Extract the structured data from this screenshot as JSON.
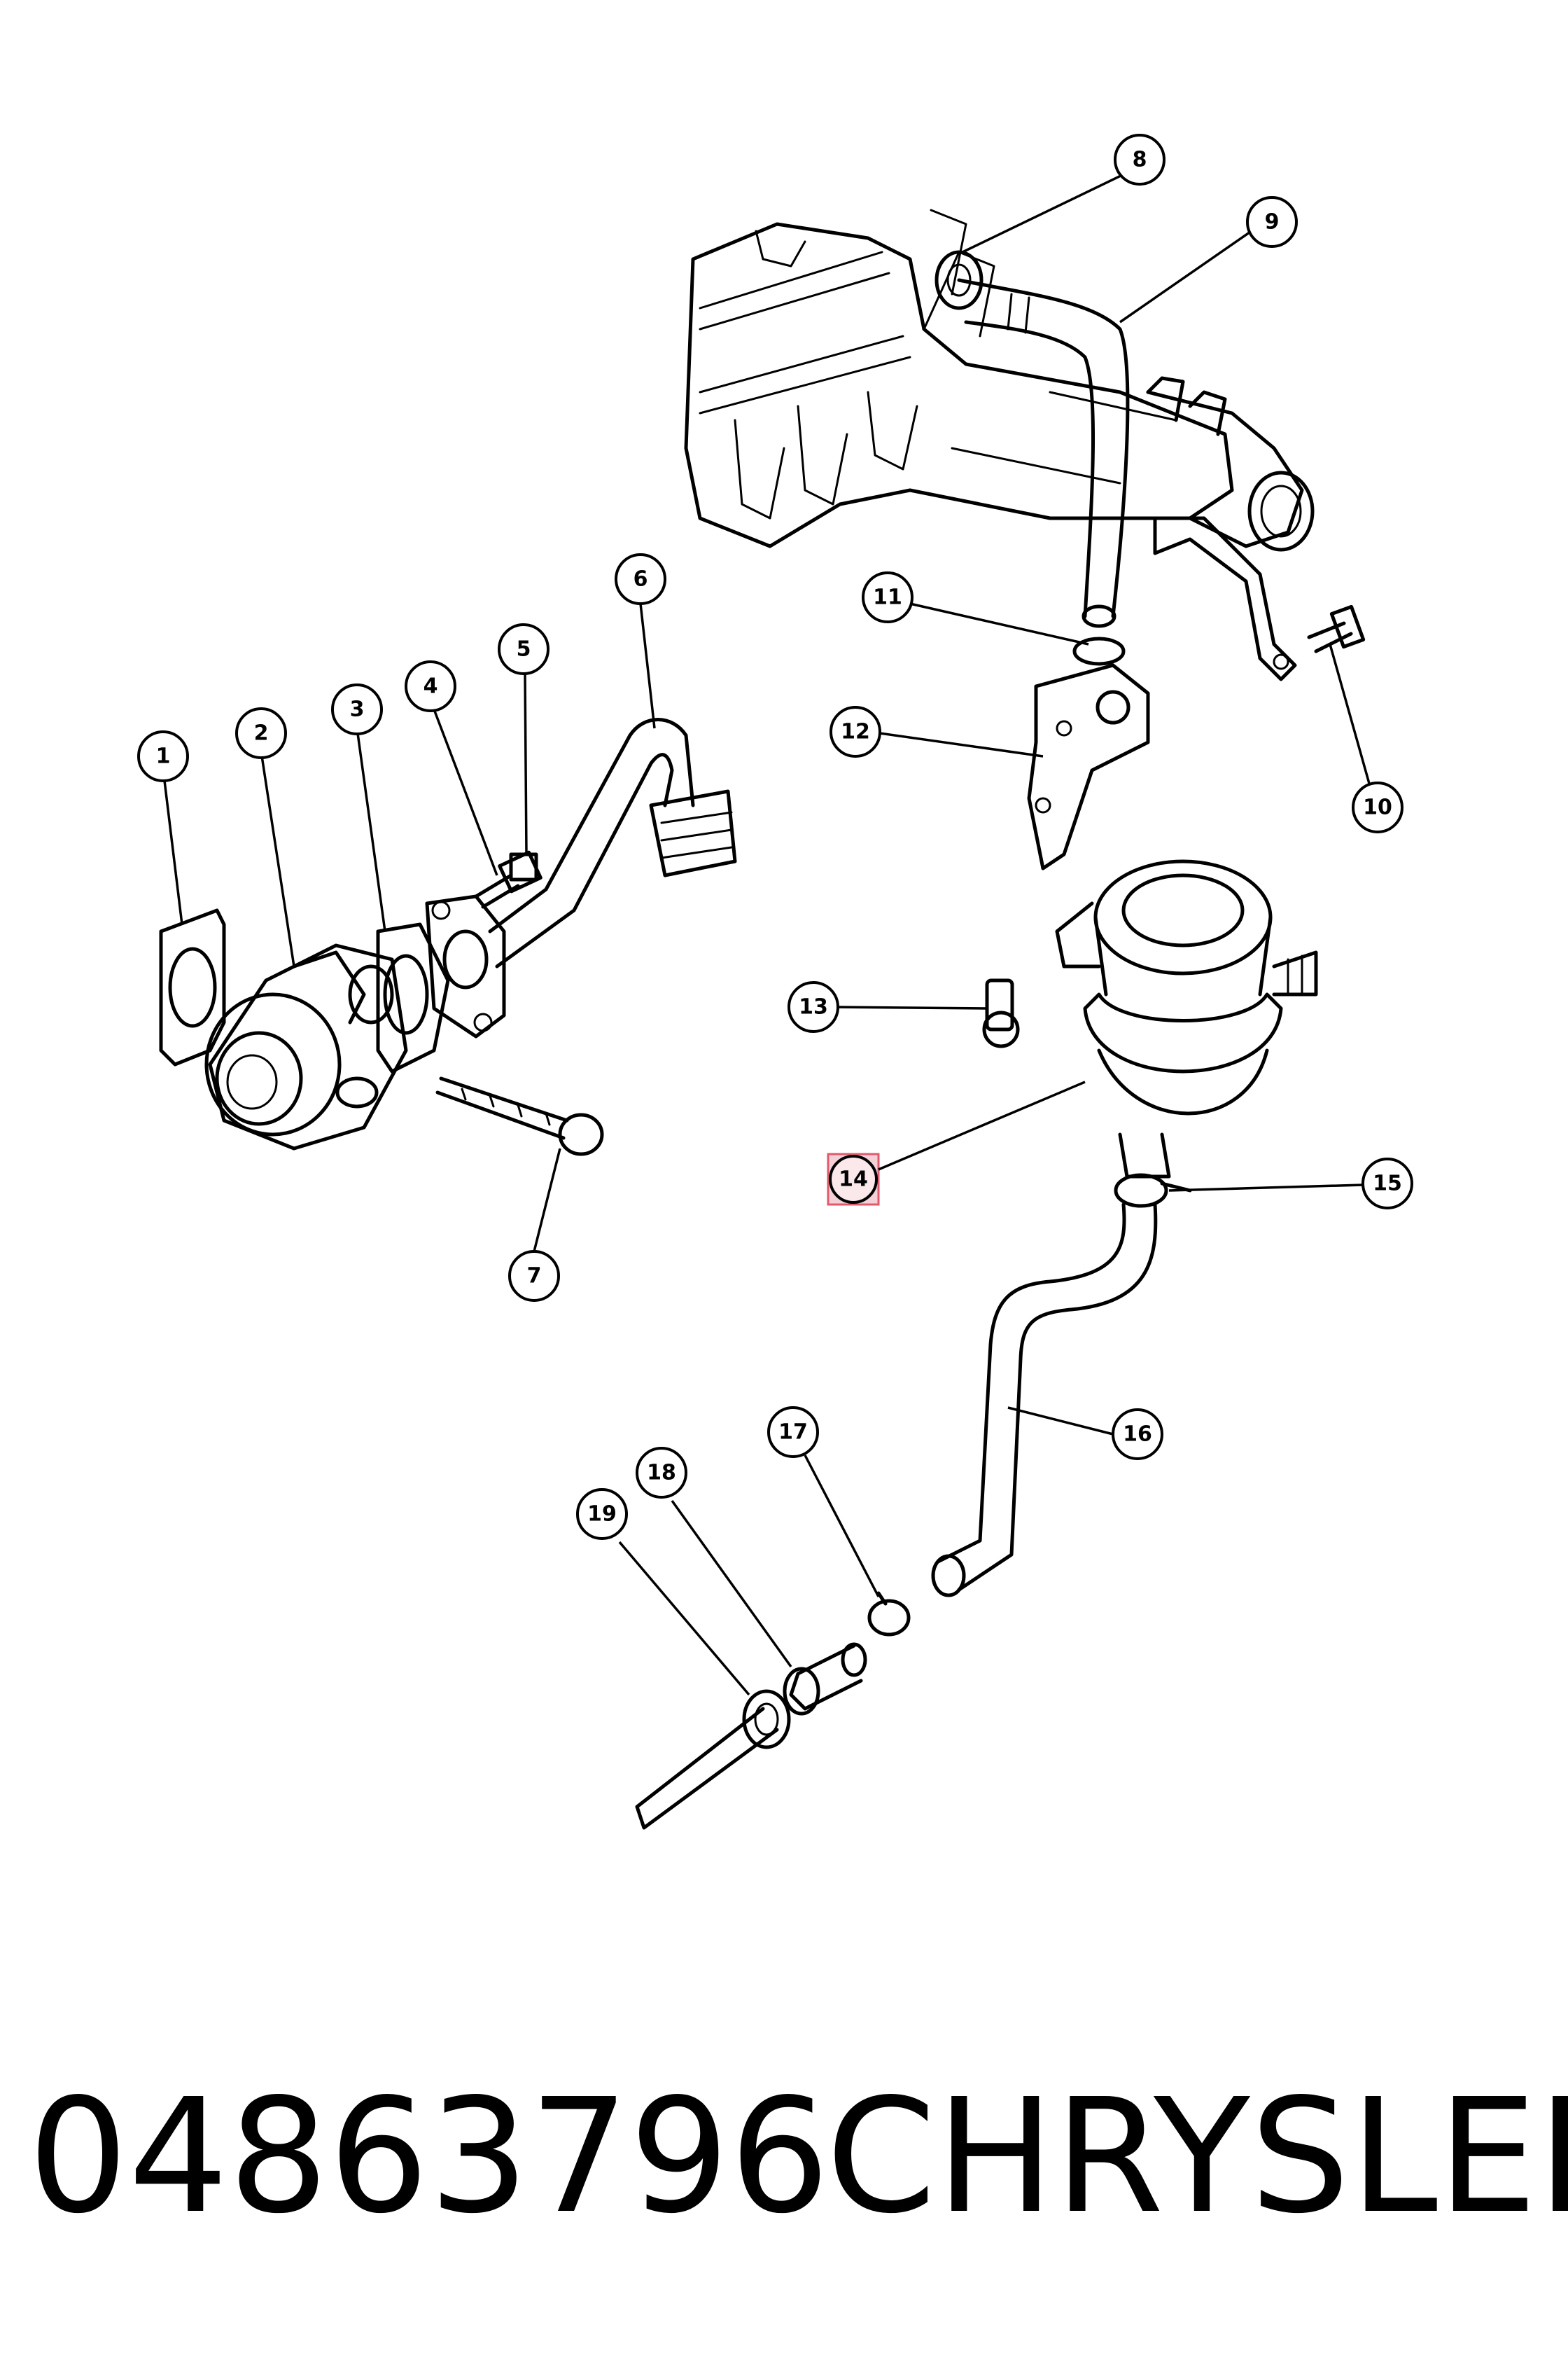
{
  "callouts": [
    "1",
    "2",
    "3",
    "4",
    "5",
    "6",
    "7",
    "8",
    "9",
    "10",
    "11",
    "12",
    "13",
    "14",
    "15",
    "16",
    "17",
    "18",
    "19"
  ],
  "highlighted_callout": "14",
  "footer": {
    "part_number": "04863796",
    "brand": "CHRYSLER"
  }
}
